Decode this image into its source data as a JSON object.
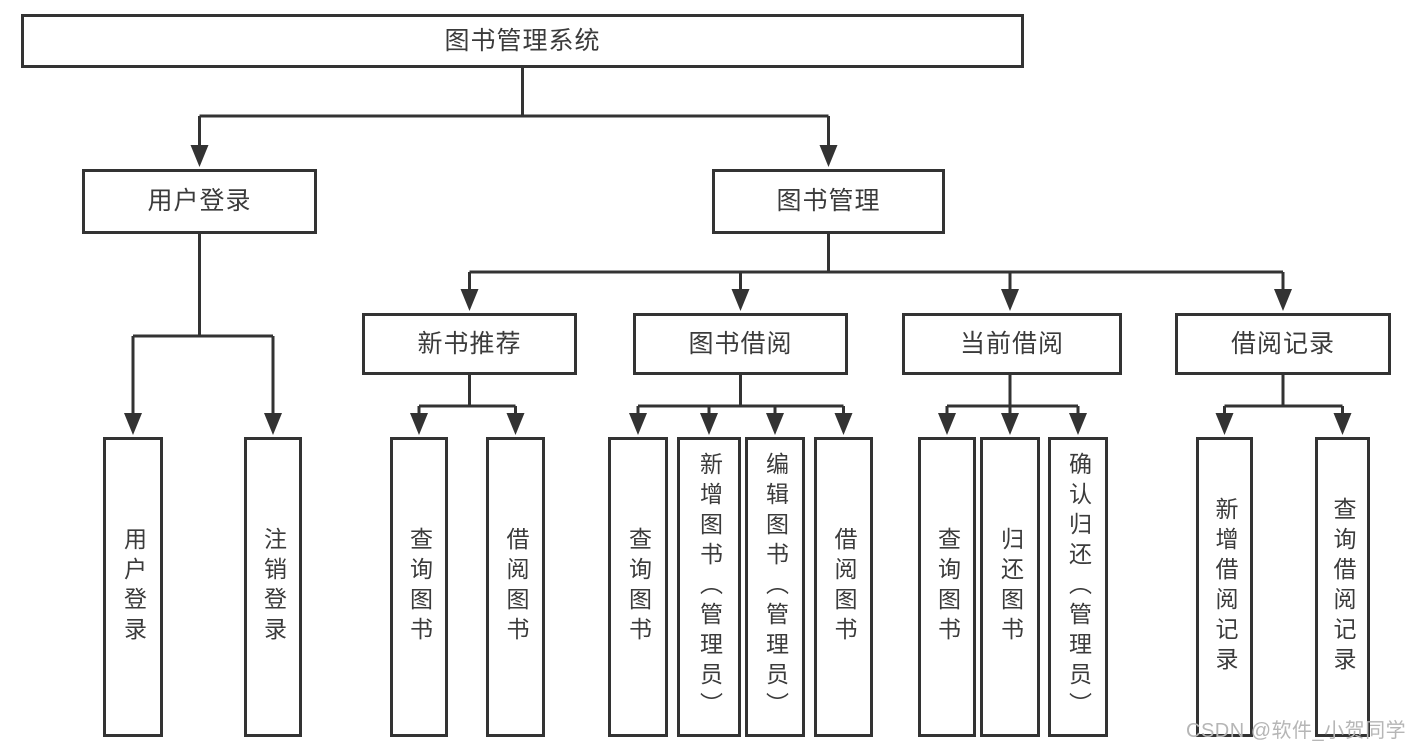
{
  "tree": {
    "root": {
      "label": "图书管理系统",
      "children": [
        {
          "label": "用户登录",
          "children": [
            {
              "label": "用户登录"
            },
            {
              "label": "注销登录"
            }
          ]
        },
        {
          "label": "图书管理",
          "children": [
            {
              "label": "新书推荐",
              "children": [
                {
                  "label": "查询图书"
                },
                {
                  "label": "借阅图书"
                }
              ]
            },
            {
              "label": "图书借阅",
              "children": [
                {
                  "label": "查询图书"
                },
                {
                  "label": "新增图书（管理员）"
                },
                {
                  "label": "编辑图书（管理员）"
                },
                {
                  "label": "借阅图书"
                }
              ]
            },
            {
              "label": "当前借阅",
              "children": [
                {
                  "label": "查询图书"
                },
                {
                  "label": "归还图书"
                },
                {
                  "label": "确认归还（管理员）"
                }
              ]
            },
            {
              "label": "借阅记录",
              "children": [
                {
                  "label": "新增借阅记录"
                },
                {
                  "label": "查询借阅记录"
                }
              ]
            }
          ]
        }
      ]
    }
  },
  "watermark": {
    "text": "CSDN @软件_小贺同学"
  },
  "colors": {
    "line": "#333333",
    "text": "#3b3b3b",
    "background": "#ffffff",
    "watermark": "#b6b6b6"
  }
}
